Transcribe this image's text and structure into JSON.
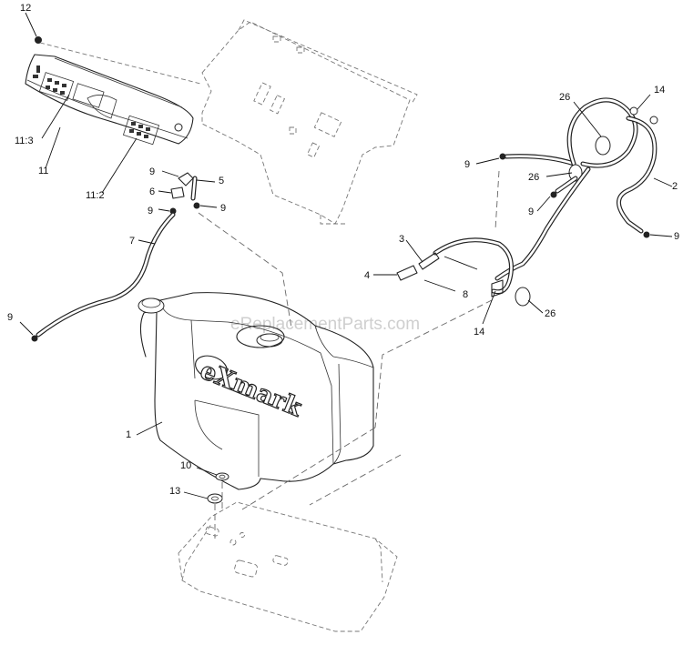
{
  "watermark": "eReplacementParts.com",
  "brand_logo": "eXmark",
  "callouts": [
    {
      "id": "c12",
      "text": "12"
    },
    {
      "id": "c11_3",
      "text": "11:3"
    },
    {
      "id": "c11",
      "text": "11"
    },
    {
      "id": "c11_2",
      "text": "11:2"
    },
    {
      "id": "c9a",
      "text": "9"
    },
    {
      "id": "c5",
      "text": "5"
    },
    {
      "id": "c6",
      "text": "6"
    },
    {
      "id": "c9b",
      "text": "9"
    },
    {
      "id": "c9c",
      "text": "9"
    },
    {
      "id": "c7",
      "text": "7"
    },
    {
      "id": "c9d",
      "text": "9"
    },
    {
      "id": "c1",
      "text": "1"
    },
    {
      "id": "c10",
      "text": "10"
    },
    {
      "id": "c13",
      "text": "13"
    },
    {
      "id": "c26a",
      "text": "26"
    },
    {
      "id": "c14a",
      "text": "14"
    },
    {
      "id": "c9e",
      "text": "9"
    },
    {
      "id": "c26b",
      "text": "26"
    },
    {
      "id": "c2",
      "text": "2"
    },
    {
      "id": "c9f",
      "text": "9"
    },
    {
      "id": "c9g",
      "text": "9"
    },
    {
      "id": "c3",
      "text": "3"
    },
    {
      "id": "c4",
      "text": "4"
    },
    {
      "id": "c8",
      "text": "8"
    },
    {
      "id": "c14b",
      "text": "14"
    },
    {
      "id": "c26c",
      "text": "26"
    }
  ]
}
